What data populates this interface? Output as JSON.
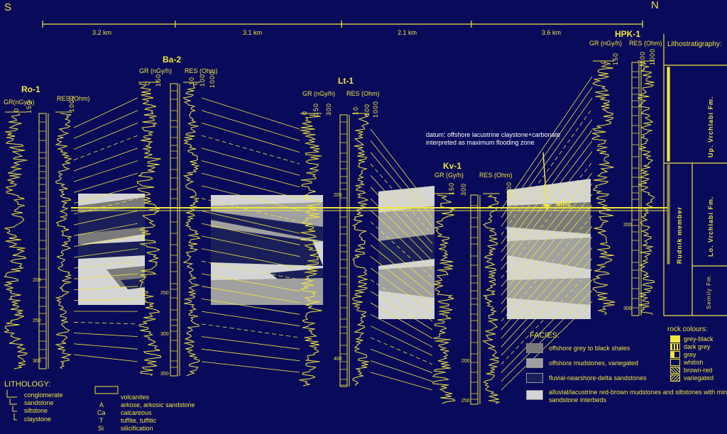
{
  "directions": {
    "south": "S",
    "north": "N"
  },
  "distances": [
    "3.2 km",
    "3.1 km",
    "2.1 km",
    "3.6 km"
  ],
  "wells": [
    {
      "id": "ro1",
      "name": "Ro-1",
      "gr_label": "GR(nGy/h)",
      "res_label": "RES (Ohm)",
      "depth_ticks": [
        "200",
        "250",
        "300"
      ]
    },
    {
      "id": "ba2",
      "name": "Ba-2",
      "gr_label": "GR (nGy/h)",
      "res_label": "RES (Ohm)",
      "depth_ticks": [
        "250",
        "300",
        "350"
      ]
    },
    {
      "id": "lt1",
      "name": "Lt-1",
      "gr_label": "GR (nGy/h)",
      "res_label": "RES (Ohm)",
      "depth_ticks": [
        "200",
        "400"
      ]
    },
    {
      "id": "kv1",
      "name": "Kv-1",
      "gr_label": "GR (Gy/h)",
      "res_label": "RES (Ohm)",
      "depth_ticks": [
        "200",
        "250"
      ]
    },
    {
      "id": "hpk1",
      "name": "HPK-1",
      "gr_label": "GR (nGy/h)",
      "res_label": "RES (Ohm)",
      "depth_ticks": [
        "200",
        "300"
      ]
    }
  ],
  "scale_ticks": {
    "gr": [
      "0",
      "150",
      "300"
    ],
    "res": [
      "10",
      "100",
      "1000"
    ]
  },
  "datum_note": "datum: offshore lacustrine claystone+carbonate interpreted as maximum flooding zone",
  "mfz_label": "MFZ",
  "lithostratigraphy": {
    "title": "Lithostratigraphy:",
    "units": [
      "Up. Vrchlabí Fm.",
      "Lo. Vrchlabí Fm.",
      "Rudník member",
      "Semily Fm."
    ]
  },
  "facies": {
    "title": "FACIES:",
    "items": [
      {
        "label": "offshore grey to black shales",
        "color": "#7a7a7a"
      },
      {
        "label": "offshore mudstones, variegated",
        "color": "#a0a0a0"
      },
      {
        "label": "fluvial-nearshore-delta sandstones",
        "color": "#1a1f5a"
      },
      {
        "label": "alluvial/lacustrine red-brown mudstones and siltstones with minor sandstone interbeds",
        "color": "#d4d4d4"
      }
    ]
  },
  "rock_colours": {
    "title": "rock colours:",
    "items": [
      "grey-black",
      "dark grey",
      "grey",
      "whitish",
      "brown-red",
      "variegated"
    ]
  },
  "lithology": {
    "title": "LITHOLOGY:",
    "left": [
      "conglomerate",
      "sandstone",
      "siltstone",
      "claystone"
    ],
    "right_symbols": [
      "A",
      "Ca",
      "T",
      "Si"
    ],
    "right": [
      "volcanites",
      "arkose, arkosic sandstone",
      "calcareous",
      "tuffite, tuffitic",
      "silicification"
    ]
  },
  "colors": {
    "background": "#0a0a5a",
    "line": "#f0e640",
    "facies_dark": "#7a7a7a",
    "facies_mid": "#a0a0a0",
    "facies_light": "#d4d4d4"
  }
}
